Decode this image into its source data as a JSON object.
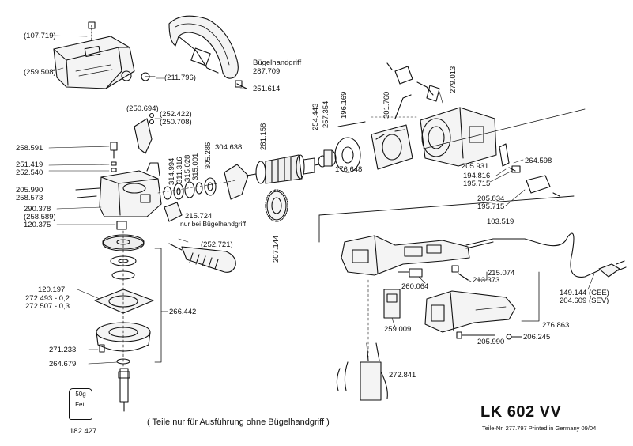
{
  "title": "LK 602 VV",
  "footer": "Teile-Nr. 277.797 Printed in Germany 09/04",
  "note": "( Teile nur für Ausführung ohne Bügelhandgriff )",
  "grease": {
    "amount": "50g",
    "label": "Fett",
    "part": "182.427"
  },
  "labels": {
    "p107719": "(107.719)",
    "p259508": "(259.508)",
    "p211796": "(211.796)",
    "bugel": "Bügelhandgriff",
    "p287709": "287.709",
    "p251614": "251.614",
    "p250694": "(250.694)",
    "p252422": "(252.422)",
    "p250708": "(250.708)",
    "p258591": "258.591",
    "p251419": "251.419",
    "p252540": "252.540",
    "p205990a": "205.990",
    "p258573": "258.573",
    "p290378": "290.378",
    "p258589": "(258.589)",
    "p120375": "120.375",
    "p215724": "215.724",
    "nurbei": "nur bei Bügelhandgriff",
    "p252721": "(252.721)",
    "p120197": "120.197",
    "p272493": "272.493 - 0,2",
    "p272507": "272.507 - 0,3",
    "p266442": "266.442",
    "p271233": "271.233",
    "p264679": "264.679",
    "p314994": "314.994",
    "p311316": "311.316",
    "p315028": "315.028",
    "p315001": "315.001",
    "p305286": "305.286",
    "p304638": "304.638",
    "p281158": "281.158",
    "p207144": "207.144",
    "p254443": "254.443",
    "p257354": "257.354",
    "p196169": "196.169",
    "p301760": "301.760",
    "p279013": "279.013",
    "p176648": "176.648",
    "p205931": "205.931",
    "p264598": "264.598",
    "p194816": "194.816",
    "p195715a": "195.715",
    "p205834": "205.834",
    "p195715b": "195.715",
    "p103519": "103.519",
    "p260064": "260.064",
    "p213373": "213.373",
    "p215074": "215.074",
    "p149144": "149.144 (CEE)",
    "p204609": "204.609 (SEV)",
    "p259009": "259.009",
    "p276863": "276.863",
    "p205990b": "205.990",
    "p206245": "206.245",
    "p272841": "272.841"
  }
}
